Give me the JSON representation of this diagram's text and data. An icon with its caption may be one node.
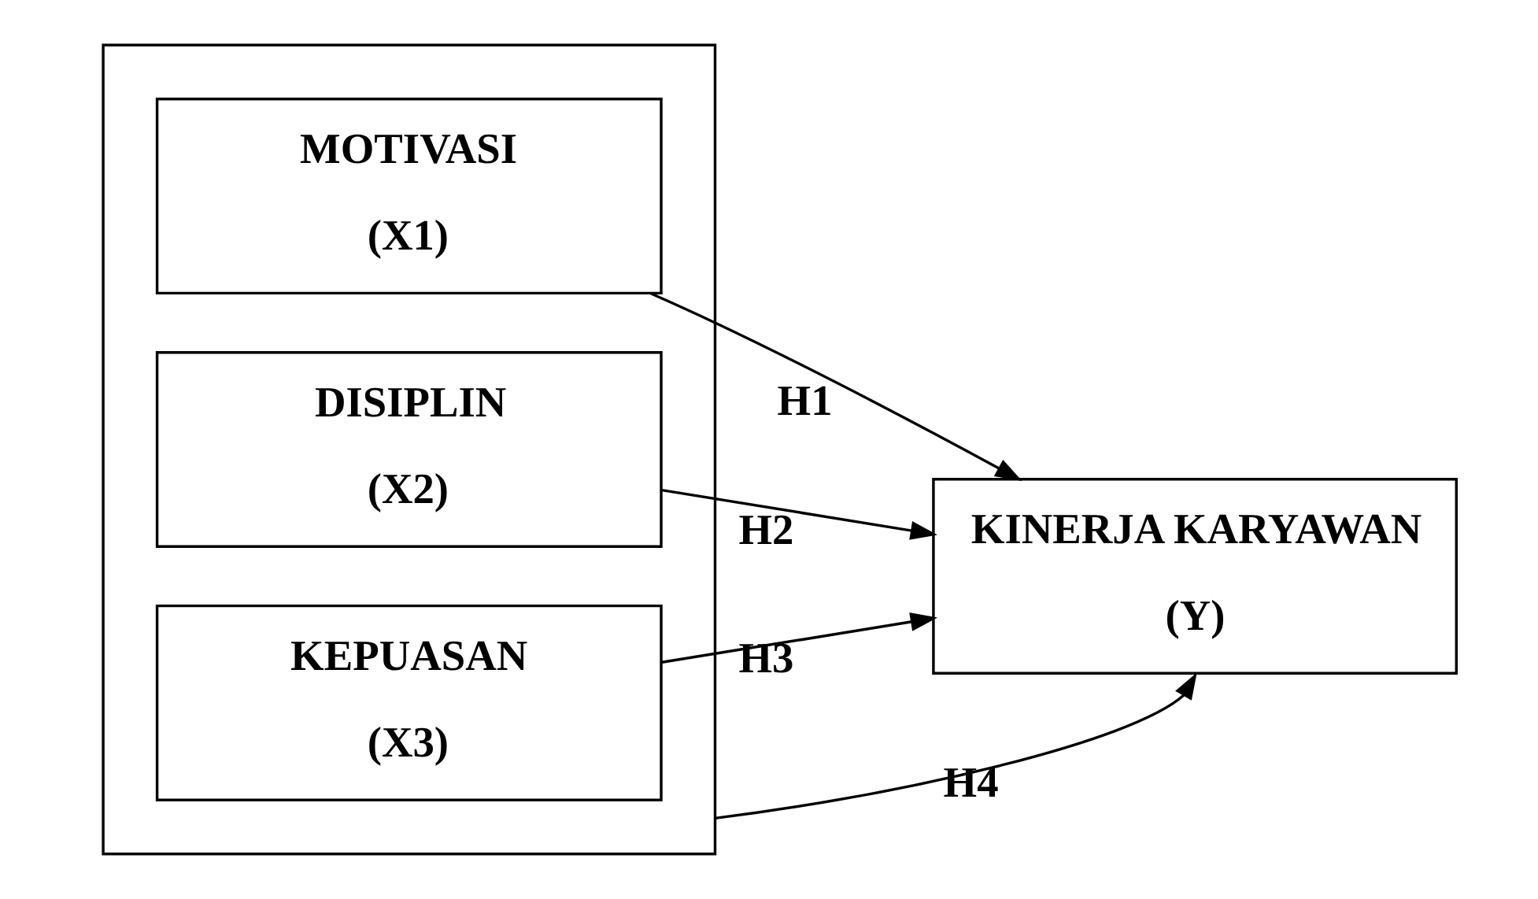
{
  "diagram": {
    "nodes": [
      {
        "text": [],
        "shape": "box"
      },
      {
        "text": [
          "MOTIVASI",
          "(X1)"
        ],
        "in": 0
      },
      {
        "text": [
          "DISIPLIN",
          "(X2)"
        ],
        "in": 0
      },
      {
        "text": [
          "KEPUASAN",
          "(X3)"
        ],
        "in": 0
      },
      {
        "text": [
          "KINERJA KARYAWAN",
          "(Y)"
        ]
      }
    ],
    "edges": [
      {
        "from": 1,
        "to": 4,
        "arrow": "to",
        "label": "H1"
      },
      {
        "from": 2,
        "to": 4,
        "arrow": "to",
        "label": "H2"
      },
      {
        "from": 3,
        "to": 4,
        "arrow": "to",
        "label": "H3"
      },
      {
        "from": 0,
        "to": 4,
        "arrow": "to",
        "label": "H4"
      }
    ]
  }
}
